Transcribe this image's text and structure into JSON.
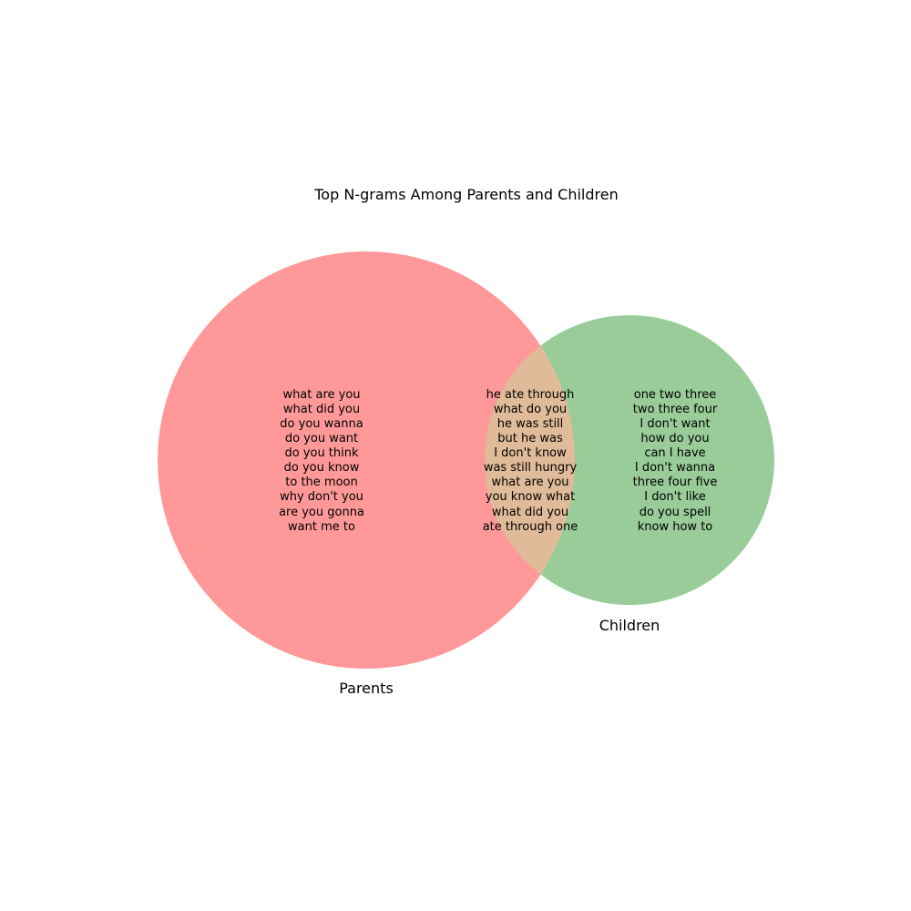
{
  "title": "Top N-grams Among Parents and Children",
  "sets": [
    {
      "label": "Parents",
      "color": "#ff9999"
    },
    {
      "label": "Children",
      "color": "#99cc99"
    }
  ],
  "overlap_color": "#e0bb99",
  "regions": {
    "parents_only": [
      "what are you",
      "what did you",
      "do you wanna",
      "do you want",
      "do you think",
      "do you know",
      "to the moon",
      "why don't you",
      "are you gonna",
      "want me to"
    ],
    "both": [
      "he ate through",
      "what do you",
      "he was still",
      "but he was",
      "I don't know",
      "was still hungry",
      "what are you",
      "you know what",
      "what did you",
      "ate through one"
    ],
    "children_only": [
      "one two three",
      "two three four",
      "I don't want",
      "how do you",
      "can I have",
      "I don't wanna",
      "three four five",
      "I don't like",
      "do you spell",
      "know how to"
    ]
  }
}
